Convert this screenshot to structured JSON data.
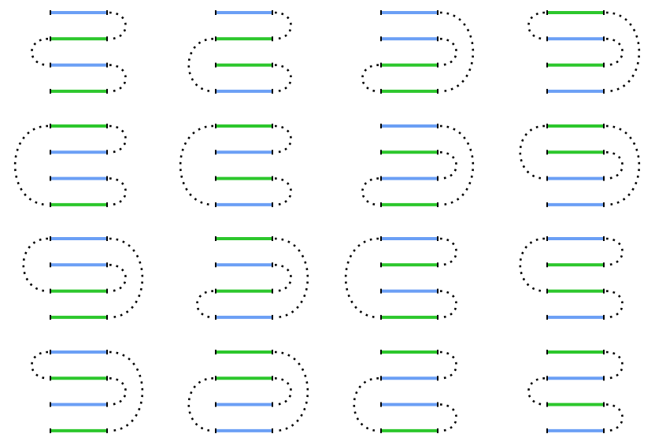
{
  "colors": {
    "blue": "#6b9ff5",
    "green": "#2cc72c",
    "connector": "#000000",
    "tick": "#000000",
    "background": "#ffffff"
  },
  "panels": [
    {
      "bars": [
        "blue",
        "green",
        "blue",
        "green"
      ],
      "links": [
        [
          0,
          1,
          "R"
        ],
        [
          1,
          2,
          "L"
        ],
        [
          2,
          3,
          "R"
        ]
      ]
    },
    {
      "bars": [
        "blue",
        "green",
        "green",
        "blue"
      ],
      "links": [
        [
          0,
          1,
          "R"
        ],
        [
          1,
          3,
          "L"
        ],
        [
          2,
          3,
          "R"
        ]
      ]
    },
    {
      "bars": [
        "blue",
        "blue",
        "green",
        "green"
      ],
      "links": [
        [
          0,
          3,
          "R"
        ],
        [
          1,
          2,
          "R"
        ],
        [
          2,
          3,
          "L"
        ]
      ]
    },
    {
      "bars": [
        "green",
        "blue",
        "green",
        "blue"
      ],
      "links": [
        [
          0,
          3,
          "R"
        ],
        [
          0,
          1,
          "L"
        ],
        [
          1,
          2,
          "R"
        ]
      ]
    },
    {
      "bars": [
        "green",
        "blue",
        "blue",
        "green"
      ],
      "links": [
        [
          0,
          1,
          "R"
        ],
        [
          0,
          3,
          "L"
        ],
        [
          2,
          3,
          "R"
        ]
      ]
    },
    {
      "bars": [
        "green",
        "blue",
        "green",
        "blue"
      ],
      "links": [
        [
          0,
          1,
          "R"
        ],
        [
          0,
          3,
          "L"
        ],
        [
          2,
          3,
          "R"
        ]
      ]
    },
    {
      "bars": [
        "blue",
        "green",
        "blue",
        "green"
      ],
      "links": [
        [
          0,
          3,
          "R"
        ],
        [
          1,
          2,
          "R"
        ],
        [
          2,
          3,
          "L"
        ]
      ]
    },
    {
      "bars": [
        "green",
        "green",
        "blue",
        "blue"
      ],
      "links": [
        [
          0,
          3,
          "R"
        ],
        [
          0,
          2,
          "L"
        ],
        [
          1,
          2,
          "R"
        ]
      ]
    },
    {
      "bars": [
        "blue",
        "blue",
        "green",
        "green"
      ],
      "links": [
        [
          0,
          3,
          "R"
        ],
        [
          0,
          2,
          "L"
        ],
        [
          1,
          2,
          "R"
        ]
      ]
    },
    {
      "bars": [
        "green",
        "blue",
        "green",
        "blue"
      ],
      "links": [
        [
          0,
          3,
          "R"
        ],
        [
          1,
          2,
          "R"
        ],
        [
          2,
          3,
          "L"
        ]
      ]
    },
    {
      "bars": [
        "blue",
        "green",
        "blue",
        "green"
      ],
      "links": [
        [
          0,
          1,
          "R"
        ],
        [
          0,
          3,
          "L"
        ],
        [
          2,
          3,
          "R"
        ]
      ]
    },
    {
      "bars": [
        "blue",
        "green",
        "green",
        "blue"
      ],
      "links": [
        [
          0,
          1,
          "R"
        ],
        [
          0,
          2,
          "L"
        ],
        [
          2,
          3,
          "R"
        ]
      ]
    },
    {
      "bars": [
        "blue",
        "green",
        "blue",
        "green"
      ],
      "links": [
        [
          0,
          3,
          "R"
        ],
        [
          1,
          2,
          "R"
        ],
        [
          0,
          1,
          "L"
        ]
      ]
    },
    {
      "bars": [
        "green",
        "green",
        "blue",
        "blue"
      ],
      "links": [
        [
          0,
          3,
          "R"
        ],
        [
          1,
          2,
          "R"
        ],
        [
          1,
          3,
          "L"
        ]
      ]
    },
    {
      "bars": [
        "green",
        "blue",
        "blue",
        "green"
      ],
      "links": [
        [
          0,
          1,
          "R"
        ],
        [
          1,
          3,
          "L"
        ],
        [
          2,
          3,
          "R"
        ]
      ]
    },
    {
      "bars": [
        "green",
        "blue",
        "green",
        "blue"
      ],
      "links": [
        [
          0,
          1,
          "R"
        ],
        [
          1,
          2,
          "L"
        ],
        [
          2,
          3,
          "R"
        ]
      ]
    }
  ]
}
